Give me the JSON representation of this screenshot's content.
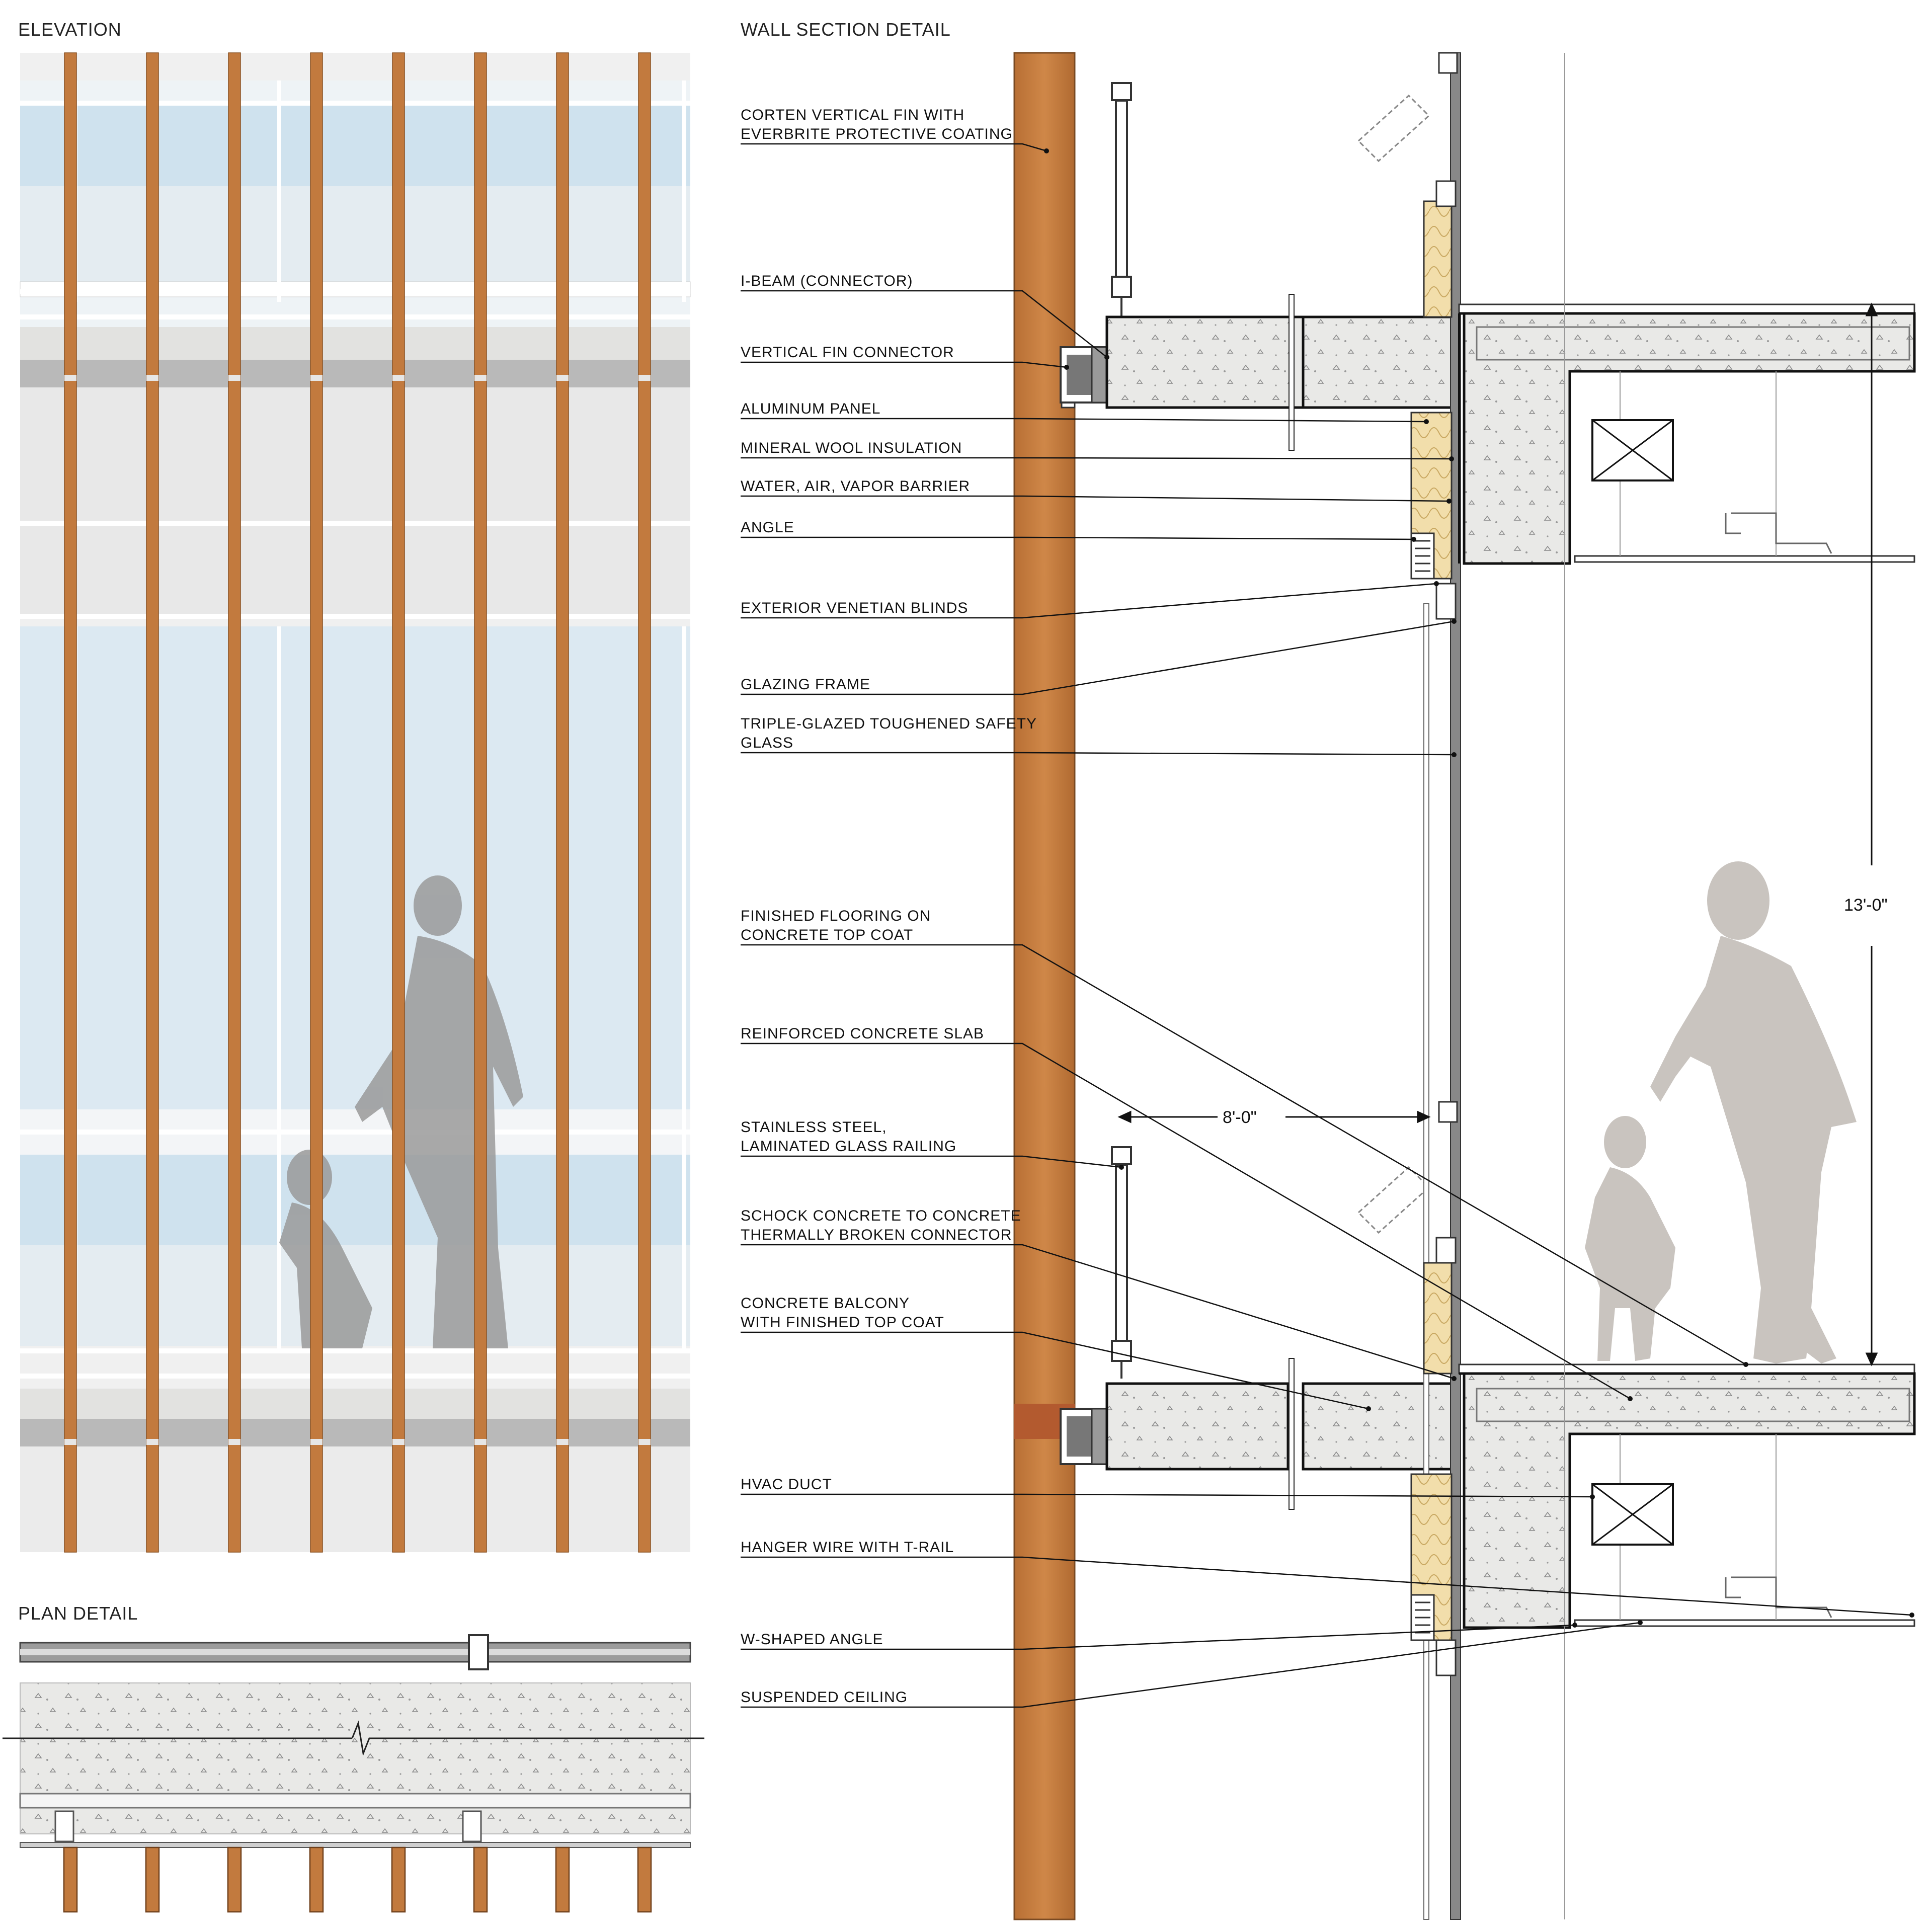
{
  "titles": {
    "elevation": "ELEVATION",
    "plan": "PLAN DETAIL",
    "section": "WALL SECTION DETAIL"
  },
  "labels": [
    {
      "id": "corten-fin",
      "lines": [
        "CORTEN VERTICAL FIN WITH",
        "EVERBRITE PROTECTIVE COATING"
      ]
    },
    {
      "id": "i-beam",
      "lines": [
        "I-BEAM (CONNECTOR)"
      ]
    },
    {
      "id": "fin-connector",
      "lines": [
        "VERTICAL FIN CONNECTOR"
      ]
    },
    {
      "id": "aluminum-panel",
      "lines": [
        "ALUMINUM PANEL"
      ]
    },
    {
      "id": "mineral-wool",
      "lines": [
        "MINERAL WOOL INSULATION"
      ]
    },
    {
      "id": "barrier",
      "lines": [
        "WATER,  AIR, VAPOR BARRIER"
      ]
    },
    {
      "id": "angle",
      "lines": [
        "ANGLE"
      ]
    },
    {
      "id": "blinds",
      "lines": [
        "EXTERIOR VENETIAN BLINDS"
      ]
    },
    {
      "id": "glazing-frame",
      "lines": [
        "GLAZING FRAME"
      ]
    },
    {
      "id": "glass",
      "lines": [
        "TRIPLE-GLAZED TOUGHENED SAFETY",
        "GLASS"
      ]
    },
    {
      "id": "flooring",
      "lines": [
        "FINISHED FLOORING ON",
        "CONCRETE TOP COAT"
      ]
    },
    {
      "id": "slab",
      "lines": [
        "REINFORCED CONCRETE SLAB"
      ]
    },
    {
      "id": "railing",
      "lines": [
        "STAINLESS STEEL,",
        "LAMINATED GLASS RAILING"
      ]
    },
    {
      "id": "schock",
      "lines": [
        "SCHOCK CONCRETE TO CONCRETE",
        "THERMALLY BROKEN CONNECTOR"
      ]
    },
    {
      "id": "balcony",
      "lines": [
        "CONCRETE BALCONY",
        "WITH FINISHED TOP COAT"
      ]
    },
    {
      "id": "hvac",
      "lines": [
        "HVAC DUCT"
      ]
    },
    {
      "id": "hanger",
      "lines": [
        "HANGER WIRE WITH T-RAIL"
      ]
    },
    {
      "id": "w-angle",
      "lines": [
        "W-SHAPED ANGLE"
      ]
    },
    {
      "id": "ceiling",
      "lines": [
        "SUSPENDED CEILING"
      ]
    }
  ],
  "dimensions": {
    "floor_height": "13'-0\"",
    "balcony_depth": "8'-0\""
  },
  "colors": {
    "corten": "#c27a3e",
    "corten_dark": "#a8622b",
    "glass": "#d6e7f1",
    "concrete": "#e8e8e6",
    "insulation": "#f2deab",
    "silhouette": "#9c9c9c",
    "silhouette_light": "#c9c4bf",
    "line": "#111111"
  }
}
